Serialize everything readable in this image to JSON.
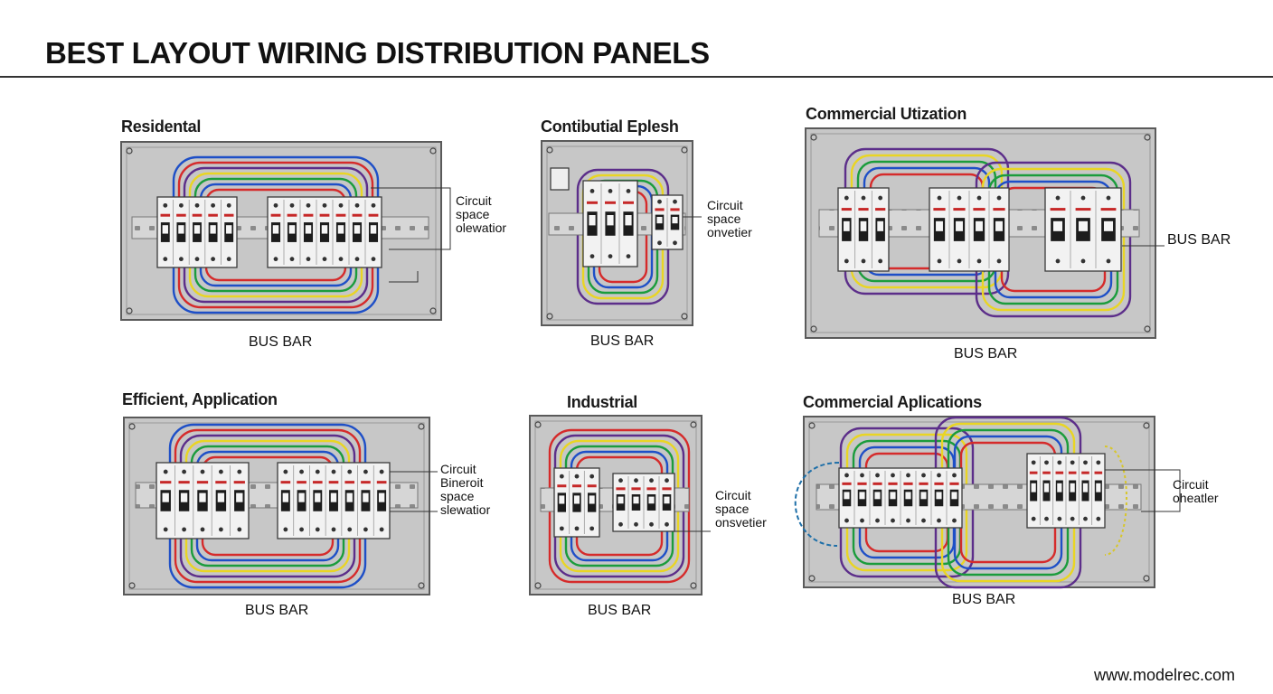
{
  "title": "BEST LAYOUT WIRING DISTRIBUTION PANELS",
  "website": "www.modelrec.com",
  "panels": [
    {
      "label": "Residental",
      "busbar": "BUS BAR",
      "note": [
        "Circuit",
        "space",
        "olewatior"
      ]
    },
    {
      "label": "Contibutial Eplesh",
      "busbar": "BUS BAR",
      "note": [
        "Circuit",
        "space",
        "onvetier"
      ]
    },
    {
      "label": "Commercial Utization",
      "busbar": "BUS BAR",
      "side_label": "BUS BAR"
    },
    {
      "label": "Efficient, Application",
      "busbar": "BUS BAR",
      "note": [
        "Circuit",
        "Bineroit",
        "space",
        "slewatior"
      ]
    },
    {
      "label": "Industrial",
      "busbar": "BUS BAR",
      "note": [
        "Circuit",
        "space",
        "onsvetier"
      ]
    },
    {
      "label": "Commercial Aplications",
      "busbar": "BUS BAR",
      "note": [
        "Circuit",
        "oheatler"
      ]
    }
  ],
  "colors": {
    "panel": "#c7c7c7",
    "panel_border": "#5a5a5a",
    "wires": [
      "#d52b2b",
      "#1e4fc7",
      "#1b9c3c",
      "#e9d524",
      "#5c2e8a"
    ]
  }
}
